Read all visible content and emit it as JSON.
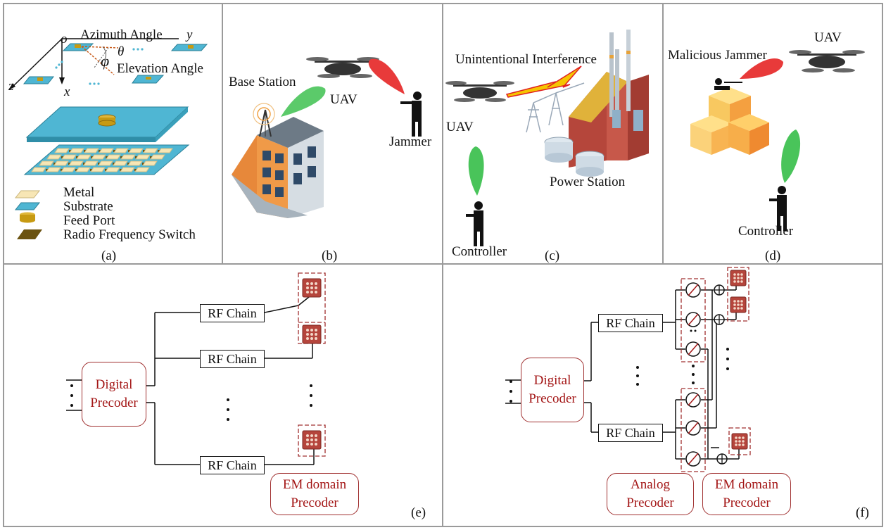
{
  "panel_a": {
    "origin": "o",
    "axis_y": "y",
    "axis_z": "z",
    "axis_x": "x",
    "theta": "θ",
    "phi": "φ",
    "azimuth": "Azimuth Angle",
    "elevation": "Elevation Angle",
    "legend": [
      "Metal",
      "Substrate",
      "Feed Port",
      "Radio Frequency Switch"
    ],
    "caption": "(a)"
  },
  "panel_b": {
    "base_station": "Base Station",
    "uav": "UAV",
    "jammer": "Jammer",
    "caption": "(b)"
  },
  "panel_c": {
    "interference": "Unintentional Interference",
    "uav": "UAV",
    "power_station": "Power Station",
    "controller": "Controller",
    "caption": "(c)"
  },
  "panel_d": {
    "jammer": "Malicious Jammer",
    "uav": "UAV",
    "controller": "Controller",
    "caption": "(d)"
  },
  "panel_e": {
    "digital": [
      "Digital",
      "Precoder"
    ],
    "rf_chain": "RF Chain",
    "em": [
      "EM domain",
      "Precoder"
    ],
    "caption": "(e)"
  },
  "panel_f": {
    "digital": [
      "Digital",
      "Precoder"
    ],
    "rf_chain": "RF Chain",
    "analog": [
      "Analog",
      "Precoder"
    ],
    "em": [
      "EM domain",
      "Precoder"
    ],
    "caption": "(f)"
  },
  "colors": {
    "substrate": "#4fb6d3",
    "metal": "#f7e6b5",
    "feed": "#c79a12",
    "switch": "#6b5310",
    "precoder_red": "#a31515",
    "jam_red": "#e83a3a",
    "beam_green": "#49c45a"
  }
}
